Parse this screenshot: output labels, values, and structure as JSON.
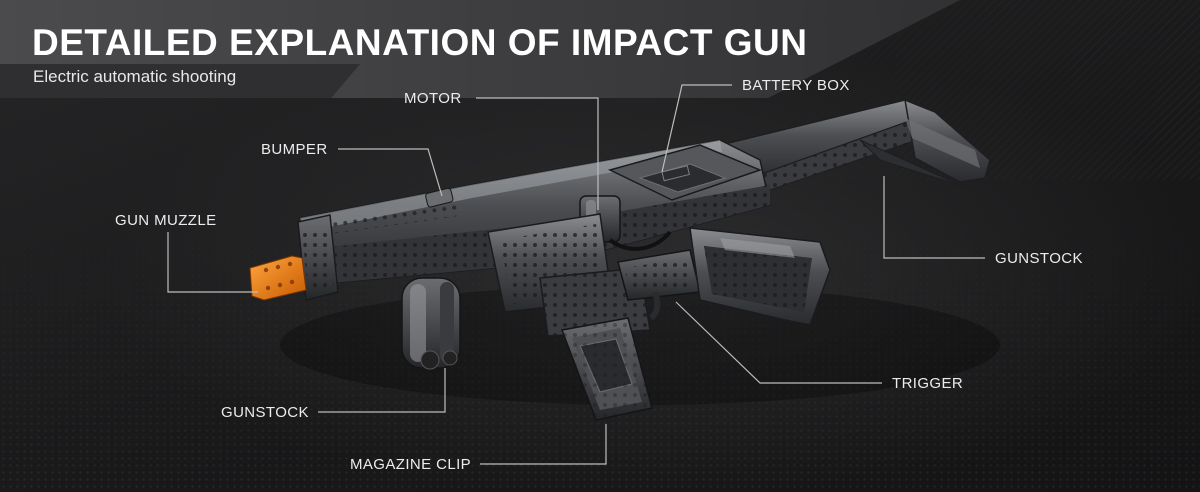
{
  "header": {
    "title": "DETAILED EXPLANATION OF IMPACT GUN",
    "subtitle": "Electric automatic shooting"
  },
  "labels": {
    "motor": "MOTOR",
    "battery_box": "BATTERY BOX",
    "bumper": "BUMPER",
    "gun_muzzle": "GUN MUZZLE",
    "gunstock_rear": "GUNSTOCK",
    "trigger": "TRIGGER",
    "gunstock_front": "GUNSTOCK",
    "magazine_clip": "MAGAZINE CLIP"
  },
  "colors": {
    "accent_orange": "#e8780f",
    "leader_line": "#bdbdbd",
    "label_text": "#ececec"
  }
}
